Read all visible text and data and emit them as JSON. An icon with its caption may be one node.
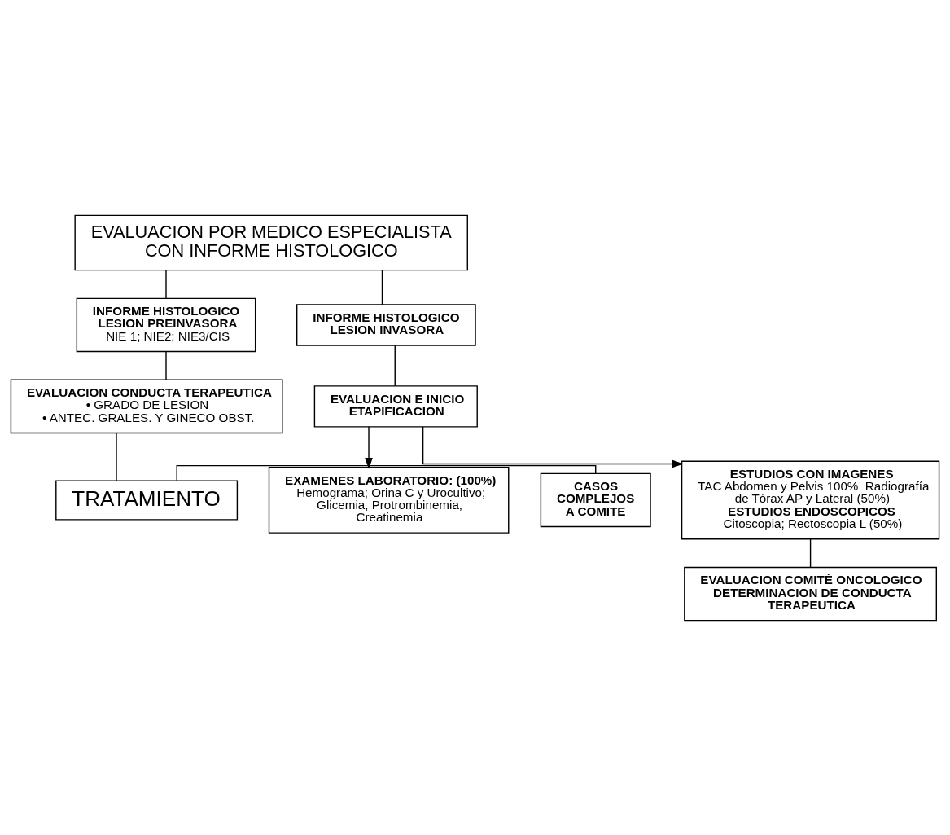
{
  "diagram": {
    "nodes": [
      {
        "text": [
          "EVALUACION POR MEDICO ESPECIALISTA CON INFORME HISTOLOGICO"
        ]
      },
      {
        "text": [
          "INFORME HISTOLOGICO LESION PREINVASORA",
          "NIE 1; NIE2; NIE3/CIS"
        ]
      },
      {
        "text": [
          "INFORME HISTOLOGICO LESION INVASORA"
        ]
      },
      {
        "text": [
          "EVALUACION CONDUCTA TERAPEUTICA",
          "• GRADO DE LESION",
          "• ANTEC. GRALES. Y GINECO OBST."
        ]
      },
      {
        "text": [
          "EVALUACION E INICIO ETAPIFICACION"
        ]
      },
      {
        "text": [
          "CASOS COMPLEJOS A COMITE"
        ]
      },
      {
        "text": [
          "TRATAMIENTO"
        ]
      },
      {
        "text": [
          "EXAMENES LABORATORIO: (100%)",
          "Hemograma; Orina C y Urocultivo; Glicemia, Protrombinemia, Creatinemia"
        ]
      },
      {
        "text": [
          "ESTUDIOS CON IMAGENES",
          "TAC Abdomen y Pelvis 100%  Radiografía de Tórax AP y Lateral (50%)",
          "ESTUDIOS ENDOSCOPICOS",
          "Citoscopia; Rectoscopia L (50%)"
        ]
      },
      {
        "text": [
          "EVALUACION COMITÉ ONCOLOGICO DETERMINACION DE CONDUCTA TERAPEUTICA"
        ]
      }
    ],
    "edges": [
      {
        "from": 0,
        "to": 1,
        "arrow": "none"
      },
      {
        "from": 0,
        "to": 2,
        "arrow": "none"
      },
      {
        "from": 1,
        "to": 3,
        "arrow": "none"
      },
      {
        "from": 2,
        "to": 4,
        "arrow": "none"
      },
      {
        "from": 3,
        "to": 6,
        "arrow": "none"
      },
      {
        "from": 5,
        "to": 6,
        "arrow": "none"
      },
      {
        "from": 4,
        "to": 7,
        "arrow": "to"
      },
      {
        "from": 4,
        "to": 8,
        "arrow": "to"
      },
      {
        "from": 8,
        "to": 9,
        "arrow": "none"
      }
    ]
  }
}
